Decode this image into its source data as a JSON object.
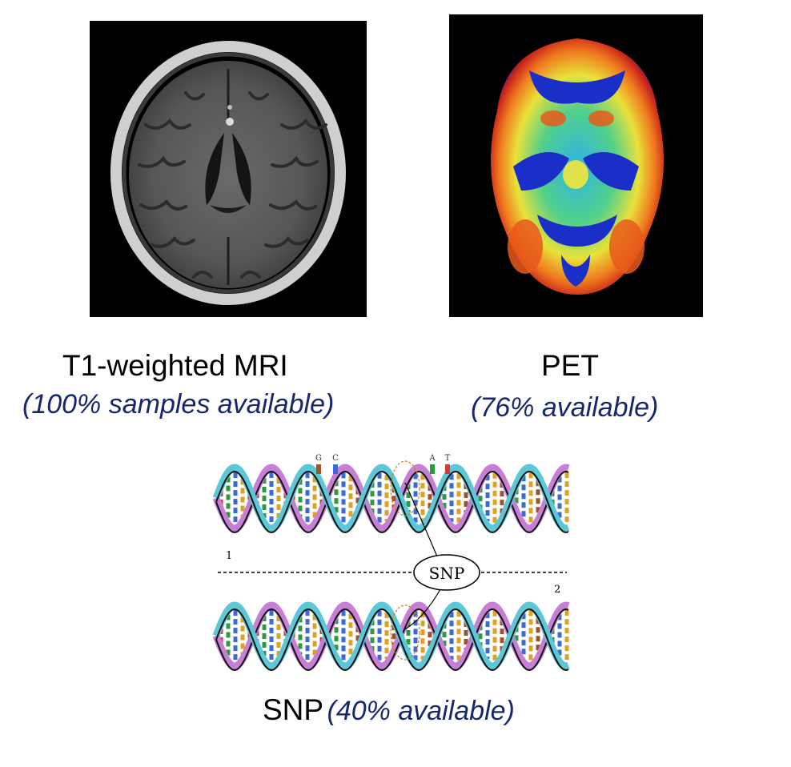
{
  "mri": {
    "title": "T1-weighted MRI",
    "availability": "(100% samples available)"
  },
  "pet": {
    "title": "PET",
    "availability": "(76% available)"
  },
  "snp": {
    "title": "SNP",
    "availability": "(40% available)",
    "diagram": {
      "bubble_label": "SNP",
      "strand_1_label": "1",
      "strand_2_label": "2",
      "bases_pair_1": [
        "G",
        "C"
      ],
      "bases_pair_2": [
        "A",
        "T"
      ]
    }
  },
  "colors": {
    "availability_text": "#17276b",
    "dna_magenta": "#c77fd6",
    "dna_cyan": "#5cc7d6"
  }
}
